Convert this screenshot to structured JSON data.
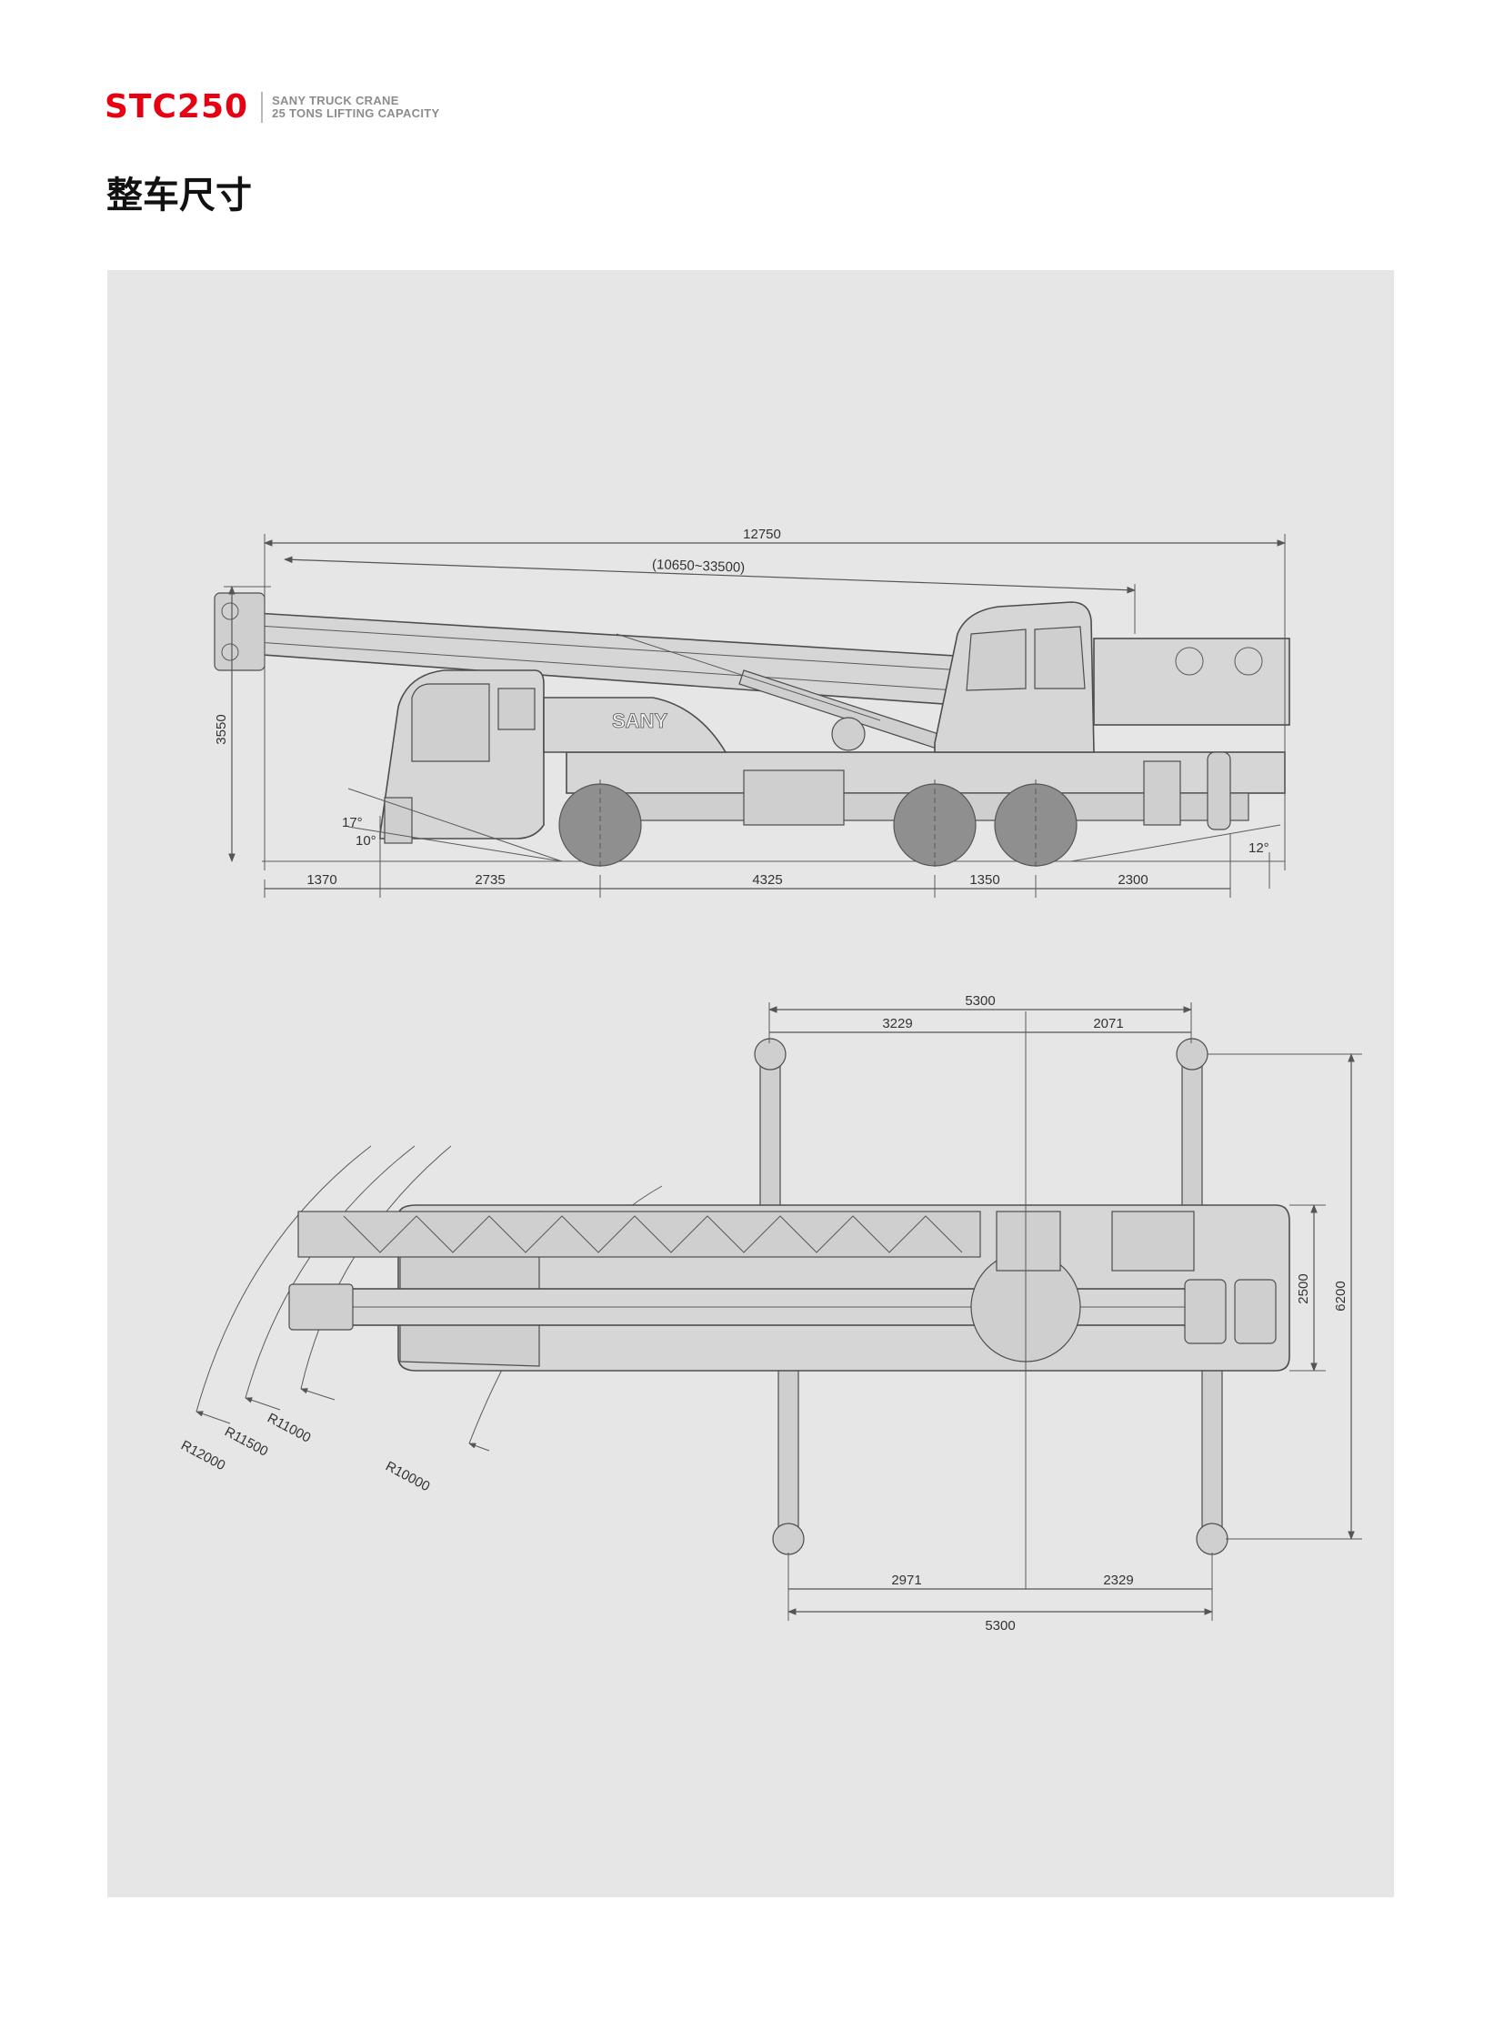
{
  "header": {
    "model": "STC250",
    "line1": "SANY TRUCK CRANE",
    "line2": "25 TONS LIFTING CAPACITY"
  },
  "page_title": "整车尺寸",
  "side_view": {
    "brand": "SANY",
    "overall_length": "12750",
    "boom_length": "(10650~33500)",
    "height": "3550",
    "approach_angle_1": "17°",
    "approach_angle_2": "10°",
    "departure_angle": "12°",
    "seg_front": "1370",
    "seg_wheelbase_1": "2735",
    "seg_wheelbase_2": "4325",
    "seg_wheelbase_3": "1350",
    "seg_rear": "2300"
  },
  "top_view": {
    "top_span": "5300",
    "top_left": "3229",
    "top_right": "2071",
    "bottom_span": "5300",
    "bottom_left": "2971",
    "bottom_right": "2329",
    "width": "2500",
    "outrigger_width": "6200",
    "radius_1": "R11000",
    "radius_2": "R11500",
    "radius_3": "R12000",
    "radius_4": "R10000"
  },
  "colors": {
    "brand_red": "#e60012",
    "panel_gray": "#e6e6e6"
  }
}
